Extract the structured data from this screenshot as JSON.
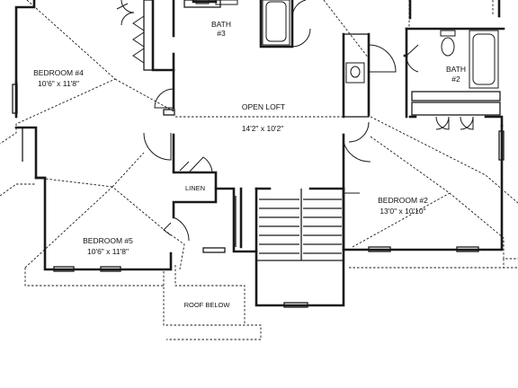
{
  "rooms": {
    "bedroom4": {
      "name": "BEDROOM #4",
      "dims": "10'6\" x 11'8\""
    },
    "bedroom5": {
      "name": "BEDROOM #5",
      "dims": "10'6\" x 11'8\""
    },
    "bedroom2": {
      "name": "BEDROOM #2",
      "dims": "13'0\" x 10'10\""
    },
    "open_loft": {
      "name": "OPEN LOFT",
      "dims": "14'2\" x 10'2\""
    },
    "bath3": {
      "name": "BATH",
      "number": "#3"
    },
    "bath2": {
      "name": "BATH",
      "number": "#2"
    },
    "linen": {
      "name": "LINEN"
    },
    "roof_below": {
      "name": "ROOF BELOW"
    }
  }
}
